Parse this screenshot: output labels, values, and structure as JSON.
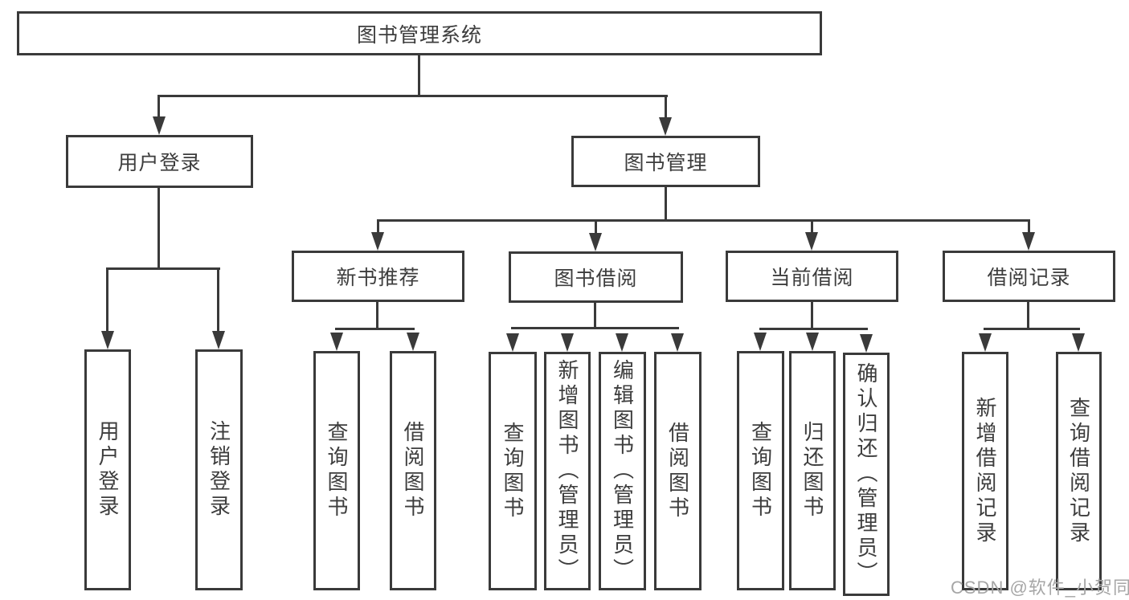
{
  "diagram": {
    "type": "hierarchy-tree",
    "root": {
      "label": "图书管理系统"
    },
    "level2": [
      {
        "label": "用户登录"
      },
      {
        "label": "图书管理"
      }
    ],
    "level3": [
      {
        "label": "新书推荐"
      },
      {
        "label": "图书借阅"
      },
      {
        "label": "当前借阅"
      },
      {
        "label": "借阅记录"
      }
    ],
    "leaves": {
      "user_login": [
        "用户登录",
        "注销登录"
      ],
      "new_book": [
        "查询图书",
        "借阅图书"
      ],
      "book_borrow": [
        "查询图书",
        "新增图书（管理员）",
        "编辑图书（管理员）",
        "借阅图书"
      ],
      "current_borrow": [
        "查询图书",
        "归还图书",
        "确认归还（管理员）"
      ],
      "borrow_record": [
        "新增借阅记录",
        "查询借阅记录"
      ]
    }
  },
  "watermark": {
    "text": "CSDN @软件_小贺同学"
  },
  "colors": {
    "line": "#3a3a3a",
    "text": "#3d3d3d",
    "background": "#ffffff",
    "watermark": "#a6a6a6"
  }
}
